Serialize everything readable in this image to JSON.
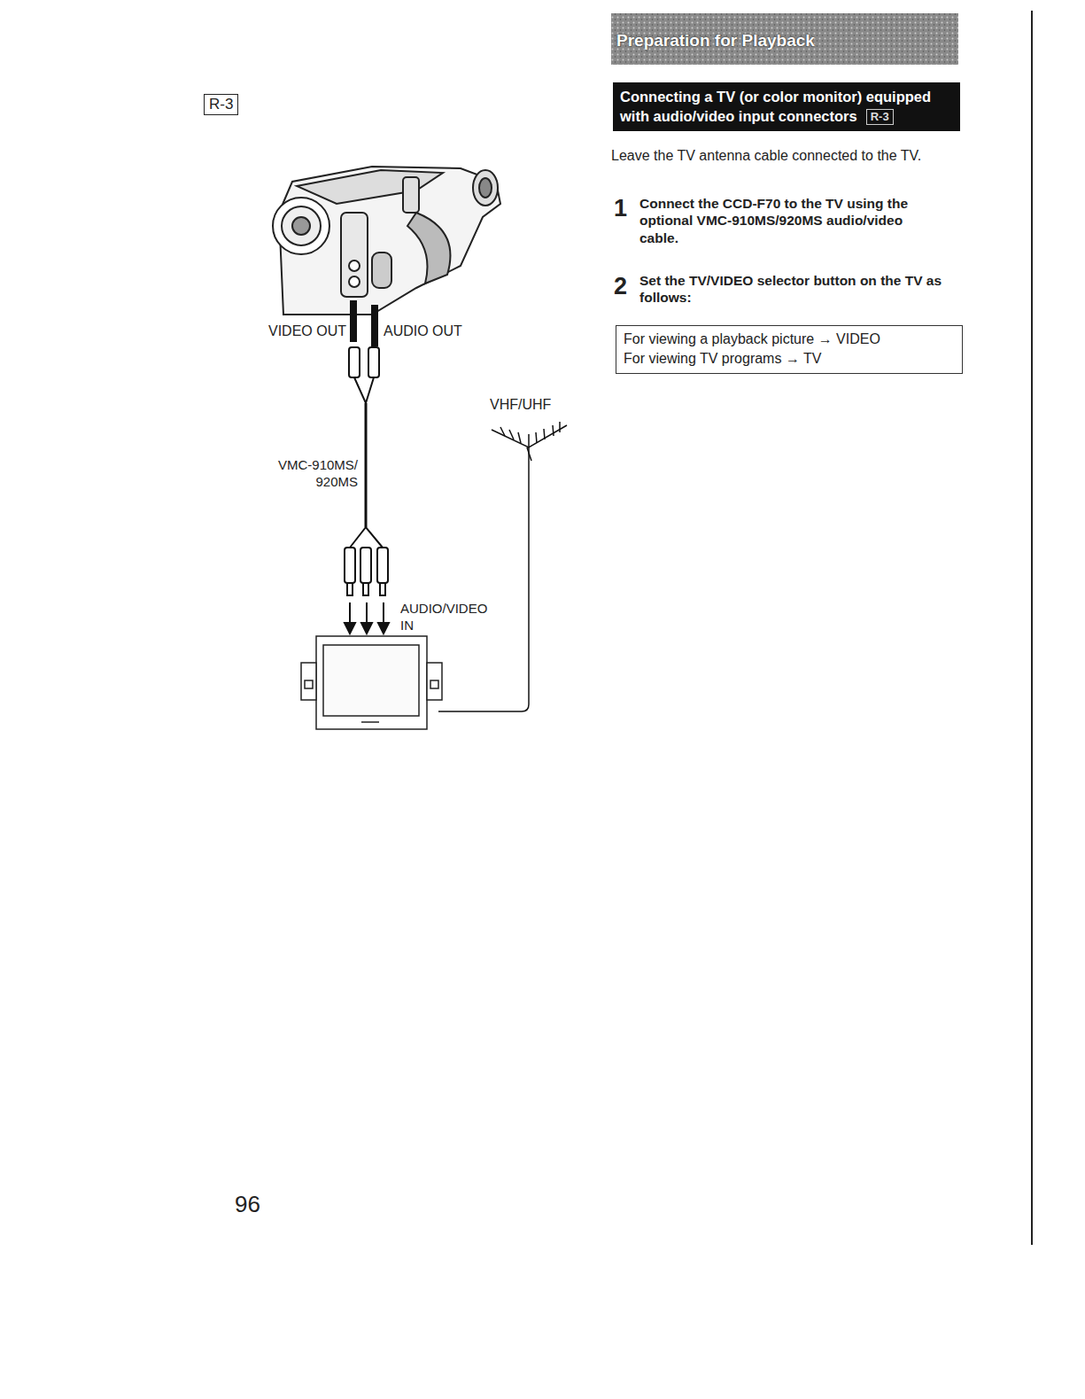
{
  "diagram": {
    "title": "Preparation for Playback",
    "nodes": [
      {
        "text": [
          "R-3"
        ]
      },
      {
        "text": [
          "Connecting a TV (or color monitor) equipped with audio/video input connectors"
        ]
      },
      {
        "text": [
          "R-3"
        ],
        "in": 1
      },
      {
        "text": [
          "For viewing a playback picture → VIDEO",
          "For viewing TV programs → TV"
        ]
      }
    ],
    "labels": [
      "VIDEO OUT",
      "AUDIO OUT",
      "VHF/UHF",
      "VMC-910MS/ 920MS",
      "AUDIO/VIDEO IN",
      "Leave the TV antenna cable connected to the TV.",
      "1",
      "Connect the CCD-F70 to the TV using the optional VMC-910MS/920MS audio/video cable.",
      "2",
      "Set the TV/VIDEO selector button on the TV as follows:",
      "96"
    ]
  }
}
